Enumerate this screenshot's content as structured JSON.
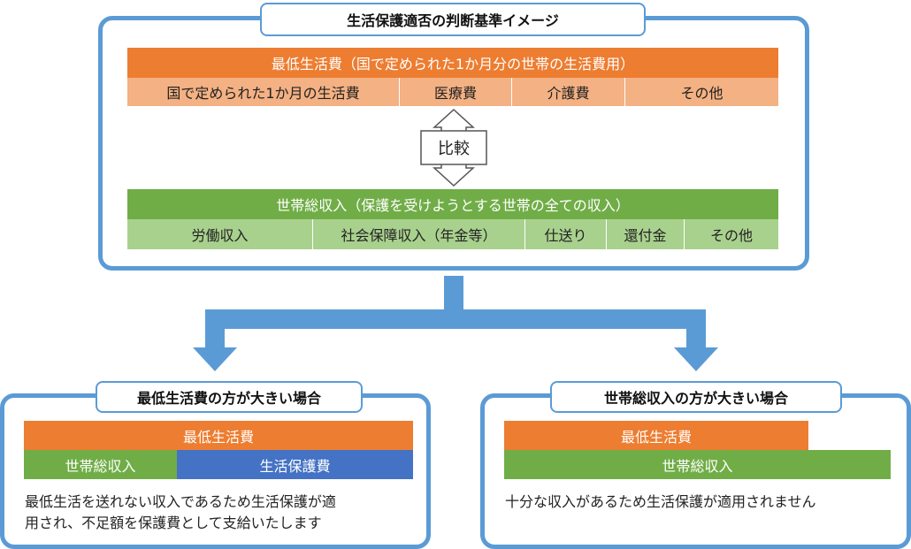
{
  "main_title": "生活保護適否の判断基準イメージ",
  "min_cost": {
    "header": "最低生活費（国で定められた1か月分の世帯の生活費用）",
    "items": [
      "国で定められた1か月の生活費",
      "医療費",
      "介護費",
      "その他"
    ]
  },
  "compare_label": "比較",
  "income": {
    "header": "世帯総収入（保護を受けようとする世帯の全ての収入）",
    "items": [
      "労働収入",
      "社会保障収入（年金等）",
      "仕送り",
      "還付金",
      "その他"
    ]
  },
  "case_left": {
    "title": "最低生活費の方が大きい場合",
    "bar_top": "最低生活費",
    "bar_income": "世帯総収入",
    "bar_welfare": "生活保護費",
    "note_line1": "最低生活を送れない収入であるため生活保護が適",
    "note_line2": "用され、不足額を保護費として支給いたします"
  },
  "case_right": {
    "title": "世帯総収入の方が大きい場合",
    "bar_top": "最低生活費",
    "bar_income": "世帯総収入",
    "note": "十分な収入があるため生活保護が適用されません"
  },
  "colors": {
    "frame": "#5b9bd5",
    "orange": "#ed7d31",
    "orange_light": "#f4b183",
    "green": "#70ad47",
    "green_light": "#a9d18e",
    "blue": "#4472c4"
  }
}
